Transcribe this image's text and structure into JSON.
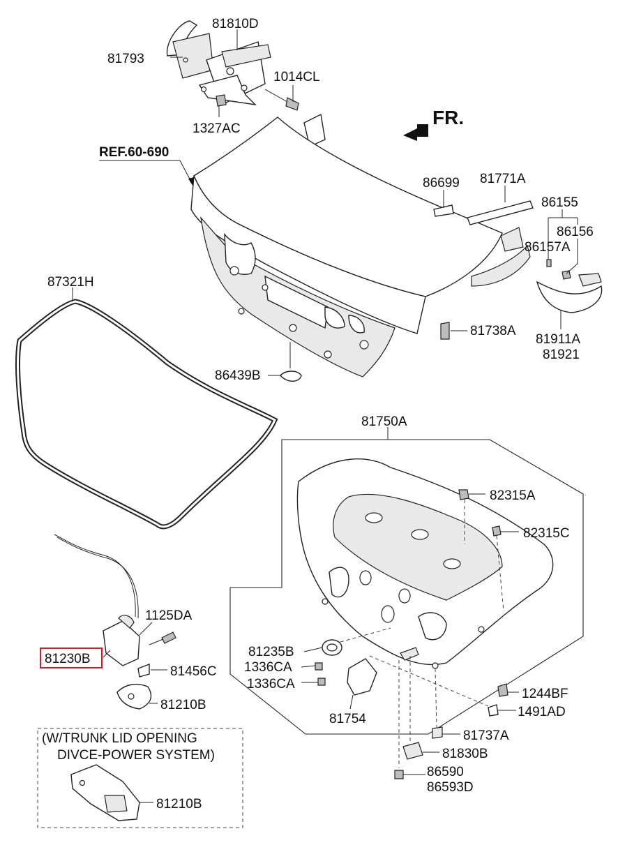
{
  "orientation": {
    "label": "FR."
  },
  "reference": {
    "label": "REF.60-690"
  },
  "parts": {
    "p81810D": "81810D",
    "p81793": "81793",
    "p1014CL": "1014CL",
    "p1327AC": "1327AC",
    "p86699": "86699",
    "p81771A": "81771A",
    "p86155": "86155",
    "p86156": "86156",
    "p86157A": "86157A",
    "p87321H": "87321H",
    "p81738A": "81738A",
    "p81911A": "81911A",
    "p81921": "81921",
    "p86439B": "86439B",
    "p81750A": "81750A",
    "p82315A": "82315A",
    "p82315C": "82315C",
    "p1125DA": "1125DA",
    "p81230B": "81230B",
    "p81456C": "81456C",
    "p81210B_a": "81210B",
    "p81235B": "81235B",
    "p1336CA_a": "1336CA",
    "p1336CA_b": "1336CA",
    "p81754": "81754",
    "p1244BF": "1244BF",
    "p1491AD": "1491AD",
    "p81737A": "81737A",
    "p81830B": "81830B",
    "p86590": "86590",
    "p86593D": "86593D",
    "p81210B_b": "81210B"
  },
  "option_box": {
    "line1": "(W/TRUNK LID OPENING",
    "line2": "DIVCE-POWER SYSTEM)"
  },
  "highlight": {
    "part": "81230B",
    "color": "#e0161a"
  }
}
